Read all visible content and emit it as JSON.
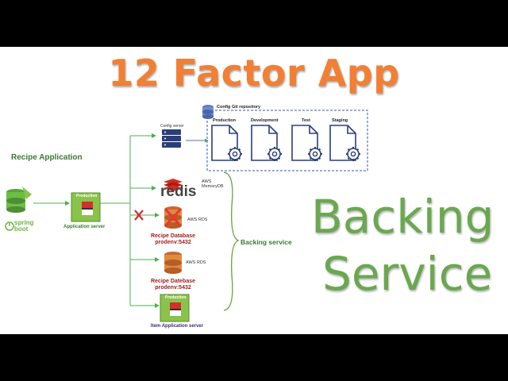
{
  "title": "12 Factor App",
  "subtitle_line1": "Backing",
  "subtitle_line2": "Service",
  "recipe_app_label": "Recipe Application",
  "spring_boot": {
    "line1": "spring",
    "line2": "boot"
  },
  "app_server": {
    "badge": "Production",
    "label": "Application server"
  },
  "config": {
    "repo_label": "Config Git repository",
    "server_label": "Config server",
    "envs": [
      "Production",
      "Development",
      "Test",
      "Staging"
    ]
  },
  "redis": {
    "logo_text": "redis",
    "provider": "AWS",
    "service": "MemoryDB"
  },
  "recipe_db_1": {
    "provider": "AWS RDS",
    "name": "Recipe Database",
    "host": "prodenv:5432"
  },
  "recipe_db_2": {
    "provider": "AWS RDS",
    "name": "Recipe Datebase",
    "host": "prodenv:5432"
  },
  "item_server": {
    "badge": "Production",
    "label": "Item Application server"
  },
  "backing_service_label": "Backing service",
  "colors": {
    "title": "#f27f33",
    "big_text": "#6aa84f",
    "connector": "#4caf50",
    "label_green": "#3a7a32",
    "label_red": "#9b1c1c",
    "dashed_box": "#3f51b5"
  }
}
